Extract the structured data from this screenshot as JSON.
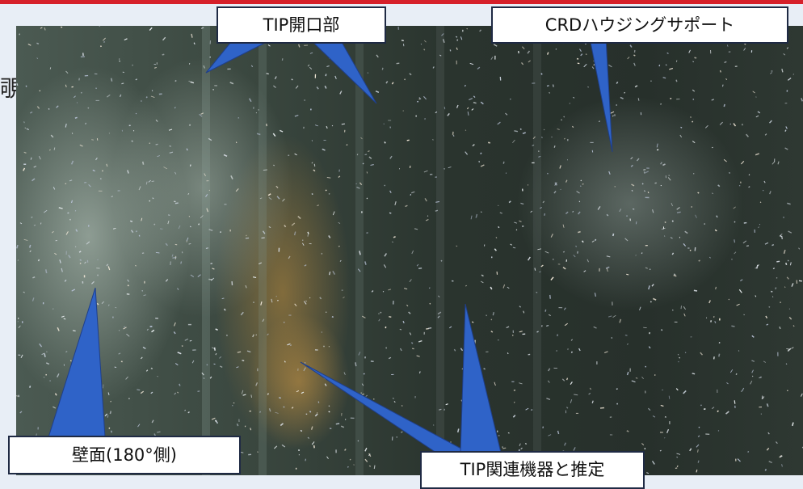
{
  "labels": {
    "tip_opening": "TIP開口部",
    "crd_support": "CRDハウジングサポート",
    "wall_180": "壁面(180°側)",
    "tip_equipment": "TIP関連機器と推定",
    "side_char": "覗"
  },
  "colors": {
    "accent_bar": "#d6202a",
    "callout_fill": "#ffffff",
    "callout_border": "#1f2a44",
    "pointer_fill": "#2f63c8"
  }
}
